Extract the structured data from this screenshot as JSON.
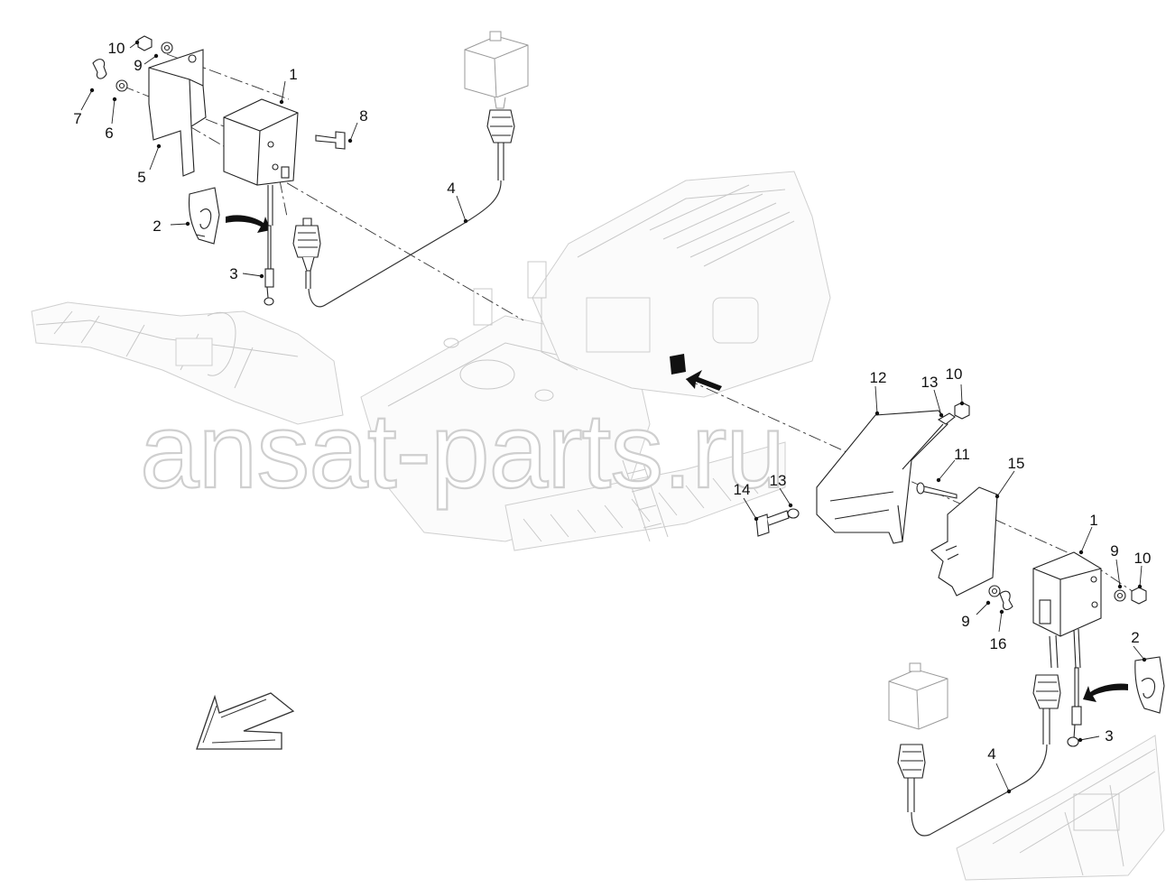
{
  "watermark": "ansat-parts.ru",
  "callouts": {
    "left_1": "1",
    "left_2": "2",
    "left_3": "3",
    "left_4": "4",
    "left_5": "5",
    "left_6": "6",
    "left_7": "7",
    "left_8": "8",
    "left_9": "9",
    "left_10": "10",
    "right_1": "1",
    "right_2": "2",
    "right_3": "3",
    "right_4": "4",
    "right_9": "9",
    "right_10_top": "10",
    "right_10_bottom": "10",
    "right_11": "11",
    "right_12": "12",
    "right_13_top": "13",
    "right_13_bottom": "13",
    "right_14": "14",
    "right_15": "15",
    "right_16": "16"
  },
  "colors": {
    "line": "#222222",
    "background_machine": "#c8c8c8",
    "watermark_outline": "#cfcfcf",
    "paper": "#ffffff"
  },
  "icons": [
    "direction-arrow-icon",
    "grease-packet-icon",
    "curved-arrow-icon"
  ]
}
